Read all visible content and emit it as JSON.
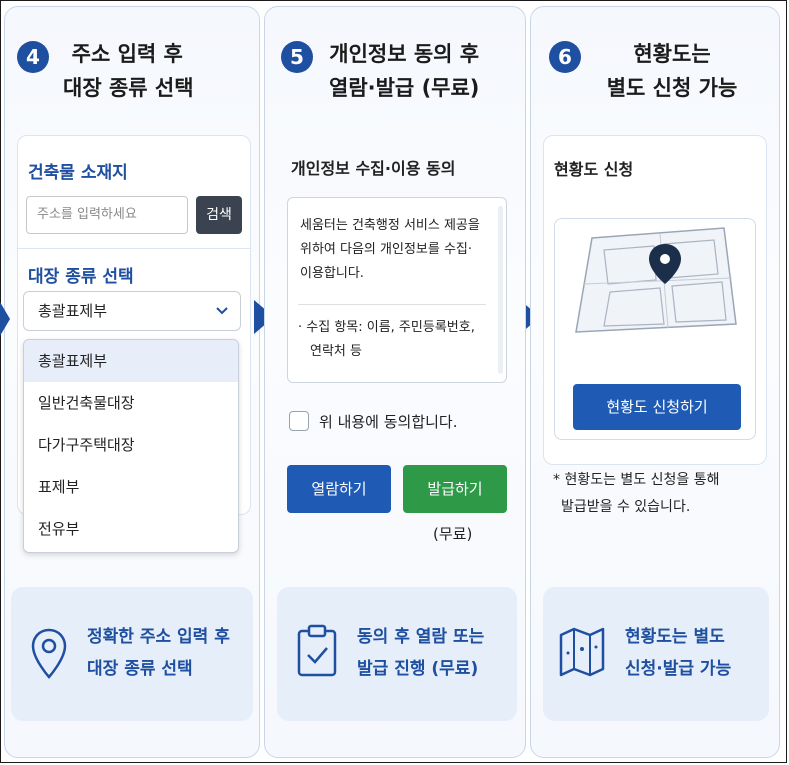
{
  "steps": [
    {
      "number": "4",
      "title_line1": "주소 입력 후",
      "title_line2": "대장 종류 선택"
    },
    {
      "number": "5",
      "title_line1": "개인정보 동의 후",
      "title_line2": "열람·발급 (무료)"
    },
    {
      "number": "6",
      "title_line1": "현황도는",
      "title_line2": "별도 신청 가능"
    }
  ],
  "address": {
    "section_title": "건축물 소재지",
    "input_placeholder": "주소를 입력하세요",
    "search_label": "검색"
  },
  "register": {
    "section_title": "대장 종류 선택",
    "selected_value": "총괄표제부",
    "options": [
      "총괄표제부",
      "일반건축물대장",
      "다가구주택대장",
      "표제부",
      "전유부"
    ]
  },
  "consent": {
    "title": "개인정보 수집·이용 동의",
    "body_line1": "세움터는 건축행정 서비스 제공을",
    "body_line2": "위하여 다음의 개인정보를 수집·",
    "body_line3": "이용합니다.",
    "items_line1": "· 수집 항목: 이름, 주민등록번호,",
    "items_line2": "연락처 등",
    "checkbox_label": "위 내용에 동의합니다.",
    "view_label": "열람하기",
    "issue_label": "발급하기",
    "free_note": "(무료)"
  },
  "plan": {
    "title": "현황도 신청",
    "apply_label": "현황도 신청하기",
    "note_line1": "* 현황도는 별도 신청을 통해",
    "note_line2": "발급받을 수 있습니다."
  },
  "bottom": [
    {
      "icon": "location-pin-icon",
      "line1": "정확한 주소 입력 후",
      "line2": "대장 종류 선택"
    },
    {
      "icon": "clipboard-check-icon",
      "line1": "동의 후 열람 또는",
      "line2": "발급 진행 (무료)"
    },
    {
      "icon": "map-icon",
      "line1": "현황도는 별도",
      "line2": "신청·발급 가능"
    }
  ],
  "colors": {
    "primary": "#1f4fa0",
    "green": "#2e9a48",
    "panel": "#e6eef9"
  }
}
